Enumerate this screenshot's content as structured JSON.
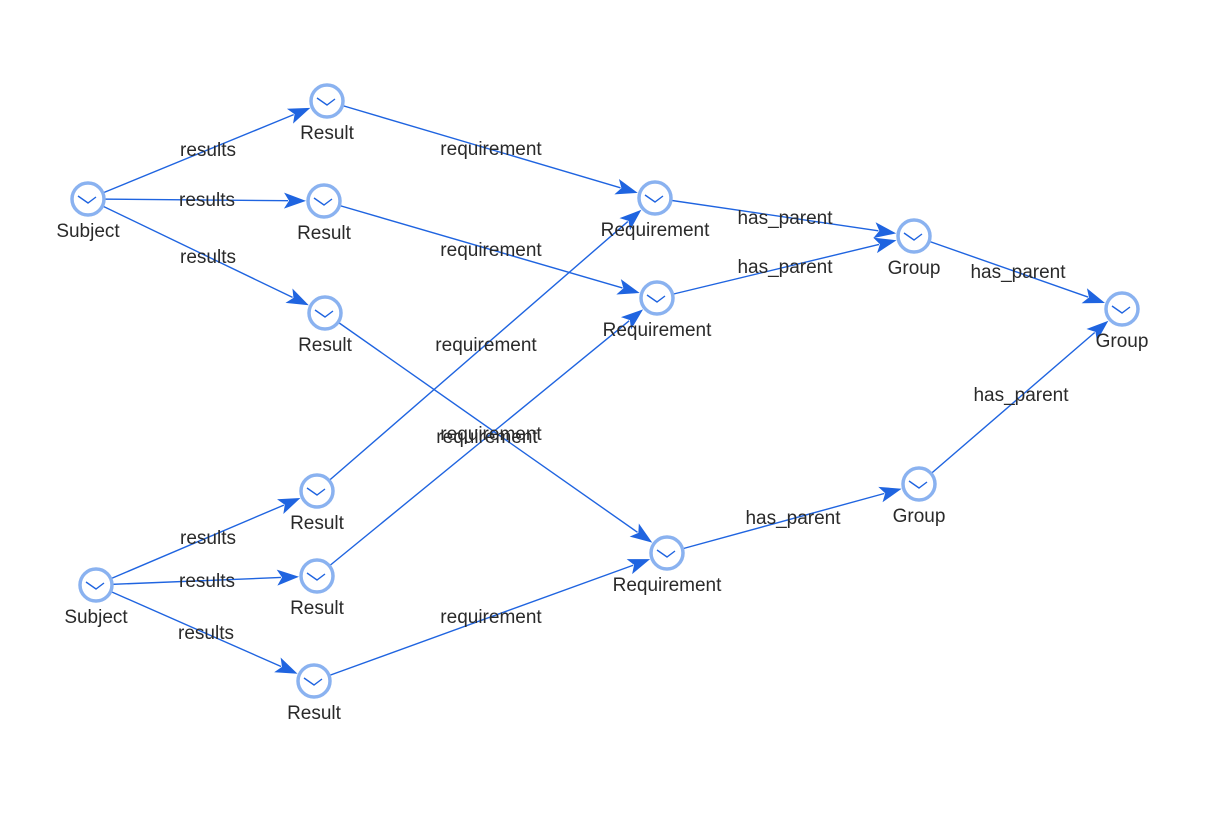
{
  "graph": {
    "node_labels": {
      "subject": "Subject",
      "result": "Result",
      "requirement": "Requirement",
      "group": "Group"
    },
    "edge_labels": {
      "results": "results",
      "requirement": "requirement",
      "has_parent": "has_parent"
    },
    "nodes": [
      {
        "id": "subject-1",
        "type": "subject",
        "label": "Subject"
      },
      {
        "id": "subject-2",
        "type": "subject",
        "label": "Subject"
      },
      {
        "id": "result-1",
        "type": "result",
        "label": "Result"
      },
      {
        "id": "result-2",
        "type": "result",
        "label": "Result"
      },
      {
        "id": "result-3",
        "type": "result",
        "label": "Result"
      },
      {
        "id": "result-4",
        "type": "result",
        "label": "Result"
      },
      {
        "id": "result-5",
        "type": "result",
        "label": "Result"
      },
      {
        "id": "result-6",
        "type": "result",
        "label": "Result"
      },
      {
        "id": "requirement-1",
        "type": "requirement",
        "label": "Requirement"
      },
      {
        "id": "requirement-2",
        "type": "requirement",
        "label": "Requirement"
      },
      {
        "id": "requirement-3",
        "type": "requirement",
        "label": "Requirement"
      },
      {
        "id": "group-1",
        "type": "group",
        "label": "Group"
      },
      {
        "id": "group-2",
        "type": "group",
        "label": "Group"
      },
      {
        "id": "group-3",
        "type": "group",
        "label": "Group"
      }
    ],
    "edges": [
      {
        "from": "subject-1",
        "to": "result-1",
        "label": "results"
      },
      {
        "from": "subject-1",
        "to": "result-2",
        "label": "results"
      },
      {
        "from": "subject-1",
        "to": "result-3",
        "label": "results"
      },
      {
        "from": "subject-2",
        "to": "result-4",
        "label": "results"
      },
      {
        "from": "subject-2",
        "to": "result-5",
        "label": "results"
      },
      {
        "from": "subject-2",
        "to": "result-6",
        "label": "results"
      },
      {
        "from": "result-1",
        "to": "requirement-1",
        "label": "requirement"
      },
      {
        "from": "result-2",
        "to": "requirement-2",
        "label": "requirement"
      },
      {
        "from": "result-3",
        "to": "requirement-3",
        "label": "requirement"
      },
      {
        "from": "result-4",
        "to": "requirement-1",
        "label": "requirement"
      },
      {
        "from": "result-5",
        "to": "requirement-2",
        "label": "requirement"
      },
      {
        "from": "result-6",
        "to": "requirement-3",
        "label": "requirement"
      },
      {
        "from": "requirement-1",
        "to": "group-1",
        "label": "has_parent"
      },
      {
        "from": "requirement-2",
        "to": "group-1",
        "label": "has_parent"
      },
      {
        "from": "requirement-3",
        "to": "group-2",
        "label": "has_parent"
      },
      {
        "from": "group-1",
        "to": "group-3",
        "label": "has_parent"
      },
      {
        "from": "group-2",
        "to": "group-3",
        "label": "has_parent"
      }
    ]
  },
  "colors": {
    "edge": "#1f64e0",
    "node_stroke": "#8ab2f0",
    "text": "#2a2a2a",
    "background": "#ffffff"
  }
}
